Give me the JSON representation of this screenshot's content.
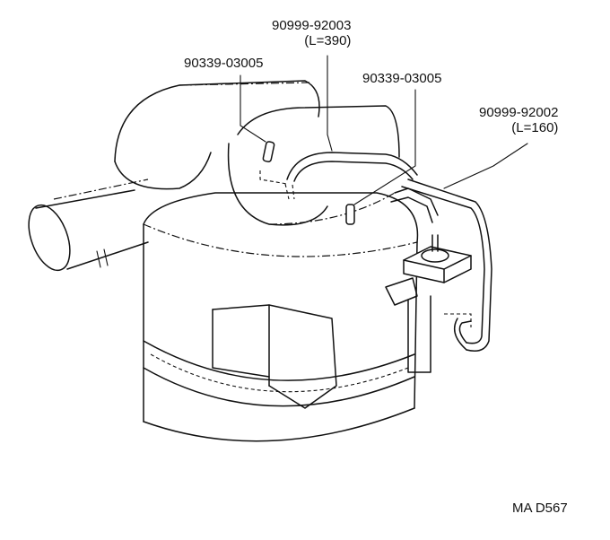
{
  "callouts": [
    {
      "part": "90999-92003",
      "length": "(L=390)"
    },
    {
      "part": "90339-03005"
    },
    {
      "part": "90339-03005"
    },
    {
      "part": "90999-92002",
      "length": "(L=160)"
    }
  ],
  "figure_code": "MA D567",
  "colors": {
    "line": "#111111",
    "background": "#ffffff"
  }
}
